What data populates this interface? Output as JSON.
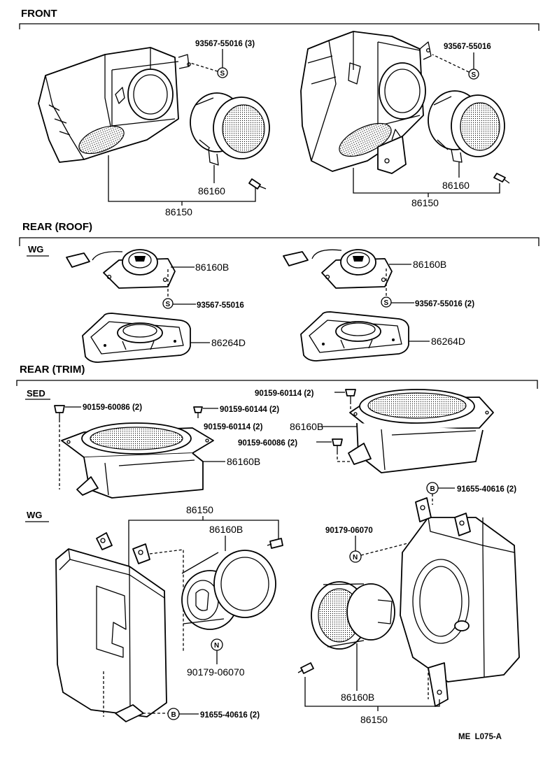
{
  "sections": {
    "front": "FRONT",
    "rear_roof": "REAR (ROOF)",
    "rear_trim": "REAR (TRIM)"
  },
  "variants": {
    "wg_roof": "WG",
    "sed": "SED",
    "wg_trim": "WG"
  },
  "symbols": {
    "s": "S",
    "n": "N",
    "b": "B"
  },
  "front": {
    "left": {
      "screw": "93567-55016 (3)",
      "speaker": "86160",
      "assembly": "86150"
    },
    "right": {
      "screw": "93567-55016",
      "speaker": "86160",
      "assembly": "86150"
    }
  },
  "roof": {
    "left": {
      "speaker": "86160B",
      "screw": "93567-55016",
      "grille": "86264D"
    },
    "right": {
      "speaker": "86160B",
      "screw": "93567-55016 (2)",
      "grille": "86264D"
    }
  },
  "sed": {
    "left": {
      "screw_a": "90159-60086 (2)",
      "screw_b": "90159-60144 (2)",
      "speaker": "86160B"
    },
    "right": {
      "screw_top": "90159-60114 (2)",
      "screw_mid": "90159-60114 (2)",
      "speaker": "86160B",
      "screw_low": "90159-60086 (2)"
    }
  },
  "wg_trim": {
    "left": {
      "assembly": "86150",
      "speaker": "86160B",
      "nut": "90179-06070",
      "bolt": "91655-40616 (2)"
    },
    "right": {
      "bolt": "91655-40616 (2)",
      "nut": "90179-06070",
      "speaker": "86160B",
      "assembly": "86150"
    }
  },
  "diagram_code": "ME  L075-A"
}
